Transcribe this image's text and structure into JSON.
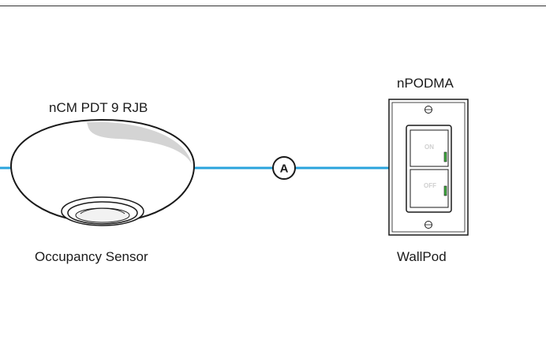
{
  "sensor": {
    "model": "nCM PDT 9 RJB",
    "description": "Occupancy Sensor"
  },
  "wallpod": {
    "model": "nPODMA",
    "description": "WallPod",
    "buttons": [
      {
        "label": "ON"
      },
      {
        "label": "OFF"
      }
    ]
  },
  "connection": {
    "label": "A",
    "color": "#29a3dc"
  },
  "colors": {
    "cable": "#29a3dc",
    "indicator": "#3fae3f",
    "outline": "#1a1a1a",
    "sensor_shade": "#d4d4d4"
  }
}
